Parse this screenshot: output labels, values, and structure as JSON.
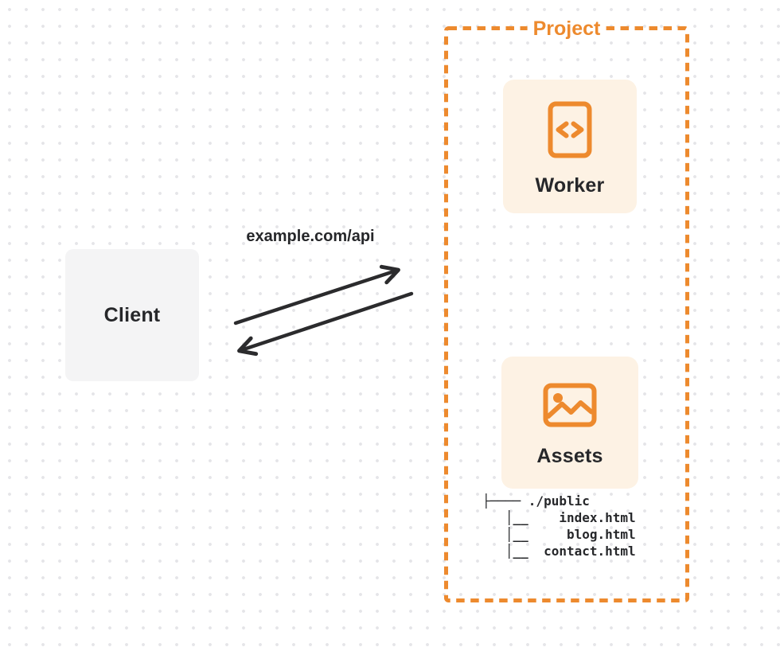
{
  "client": {
    "label": "Client"
  },
  "request": {
    "url_label": "example.com/api"
  },
  "project": {
    "label": "Project",
    "worker": {
      "label": "Worker",
      "icon": "code-file-icon"
    },
    "assets": {
      "label": "Assets",
      "icon": "image-icon",
      "filetree": {
        "lines": [
          "├──── ./public",
          "   │__    index.html",
          "   │__     blog.html",
          "   │__  contact.html"
        ]
      }
    }
  },
  "arrows": {
    "request_direction": "client-to-project",
    "response_direction": "project-to-client"
  },
  "colors": {
    "accent": "#ED8A2E",
    "cream": "#FDF2E4",
    "gray": "#F4F4F5",
    "ink": "#26272A",
    "arrow": "#2B2B2D",
    "dot": "#E5E5E8"
  }
}
